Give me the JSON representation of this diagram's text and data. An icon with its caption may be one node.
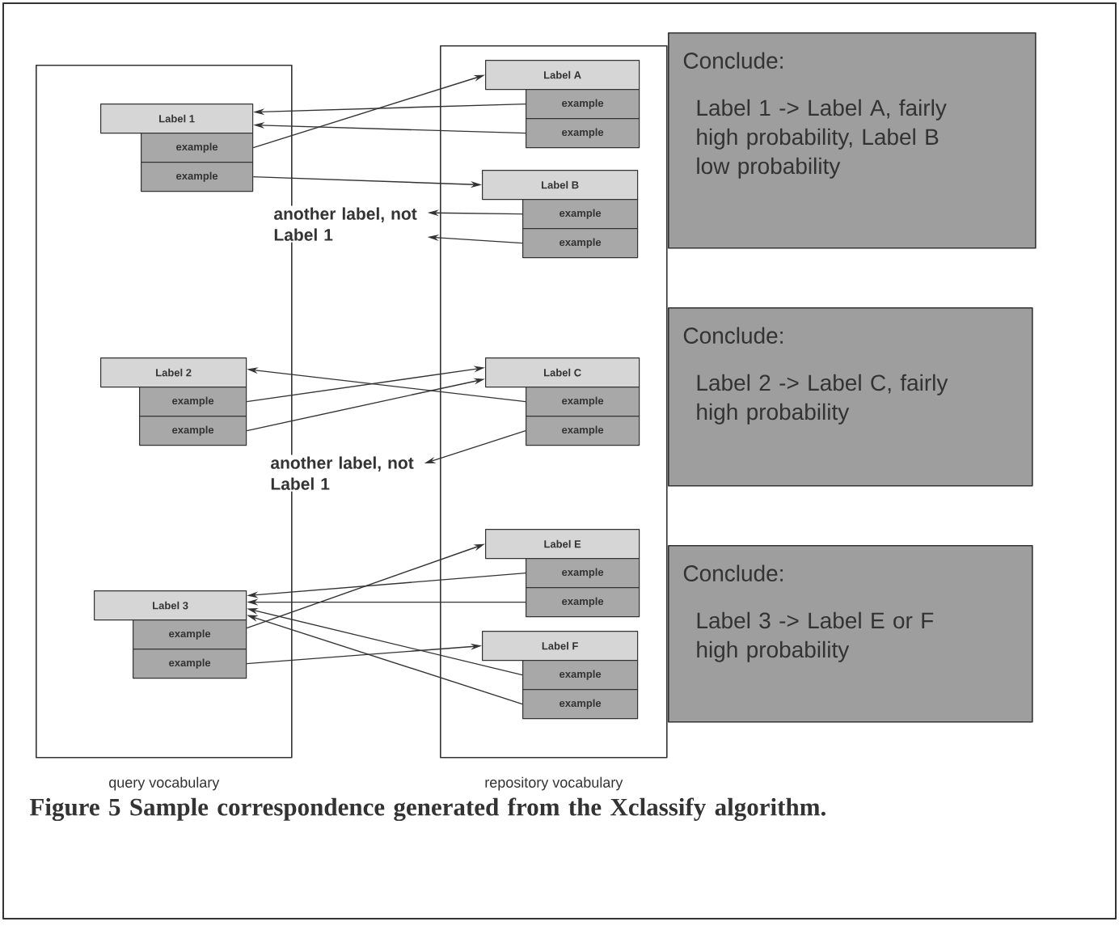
{
  "diagram": {
    "caption": "Figure 5 Sample correspondence generated from the Xclassify algorithm.",
    "nodes": [
      {
        "text": [
          "query vocabulary"
        ]
      },
      {
        "text": [
          "repository vocabulary"
        ]
      },
      {
        "text": [
          "Label 1"
        ],
        "in": 0
      },
      {
        "text": [
          "example"
        ],
        "in": 0
      },
      {
        "text": [
          "example"
        ],
        "in": 0
      },
      {
        "text": [
          "Label 2"
        ],
        "in": 0
      },
      {
        "text": [
          "example"
        ],
        "in": 0
      },
      {
        "text": [
          "example"
        ],
        "in": 0
      },
      {
        "text": [
          "Label 3"
        ],
        "in": 0
      },
      {
        "text": [
          "example"
        ],
        "in": 0
      },
      {
        "text": [
          "example"
        ],
        "in": 0
      },
      {
        "text": [
          "Label A"
        ],
        "in": 1
      },
      {
        "text": [
          "example"
        ],
        "in": 1
      },
      {
        "text": [
          "example"
        ],
        "in": 1
      },
      {
        "text": [
          "Label B"
        ],
        "in": 1
      },
      {
        "text": [
          "example"
        ],
        "in": 1
      },
      {
        "text": [
          "example"
        ],
        "in": 1
      },
      {
        "text": [
          "Label C"
        ],
        "in": 1
      },
      {
        "text": [
          "example"
        ],
        "in": 1
      },
      {
        "text": [
          "example"
        ],
        "in": 1
      },
      {
        "text": [
          "Label E"
        ],
        "in": 1
      },
      {
        "text": [
          "example"
        ],
        "in": 1
      },
      {
        "text": [
          "example"
        ],
        "in": 1
      },
      {
        "text": [
          "Label F"
        ],
        "in": 1
      },
      {
        "text": [
          "example"
        ],
        "in": 1
      },
      {
        "text": [
          "example"
        ],
        "in": 1
      },
      {
        "text": [
          "another label, not Label 1"
        ]
      },
      {
        "text": [
          "another label, not Label 1"
        ]
      },
      {
        "text": [
          "Conclude:",
          "Label 1 -> Label A, fairly high probability, Label B low probability"
        ]
      },
      {
        "text": [
          "Conclude:",
          "Label 2 -> Label C, fairly high probability"
        ]
      },
      {
        "text": [
          "Conclude:",
          "Label 3 -> Label E or F high probability"
        ]
      }
    ],
    "edges": [
      {
        "from": 12,
        "to": 2,
        "arrow": "to"
      },
      {
        "from": 13,
        "to": 2,
        "arrow": "to"
      },
      {
        "from": 3,
        "to": 11,
        "arrow": "to"
      },
      {
        "from": 4,
        "to": 14,
        "arrow": "to"
      },
      {
        "from": 15,
        "to": 26,
        "arrow": "to"
      },
      {
        "from": 16,
        "to": 26,
        "arrow": "to"
      },
      {
        "from": 6,
        "to": 17,
        "arrow": "to"
      },
      {
        "from": 7,
        "to": 17,
        "arrow": "to"
      },
      {
        "from": 18,
        "to": 5,
        "arrow": "to"
      },
      {
        "from": 19,
        "to": 27,
        "arrow": "to"
      },
      {
        "from": 9,
        "to": 20,
        "arrow": "to"
      },
      {
        "from": 21,
        "to": 8,
        "arrow": "to"
      },
      {
        "from": 22,
        "to": 8,
        "arrow": "to"
      },
      {
        "from": 24,
        "to": 8,
        "arrow": "to"
      },
      {
        "from": 25,
        "to": 8,
        "arrow": "to"
      },
      {
        "from": 10,
        "to": 23,
        "arrow": "to"
      }
    ]
  }
}
